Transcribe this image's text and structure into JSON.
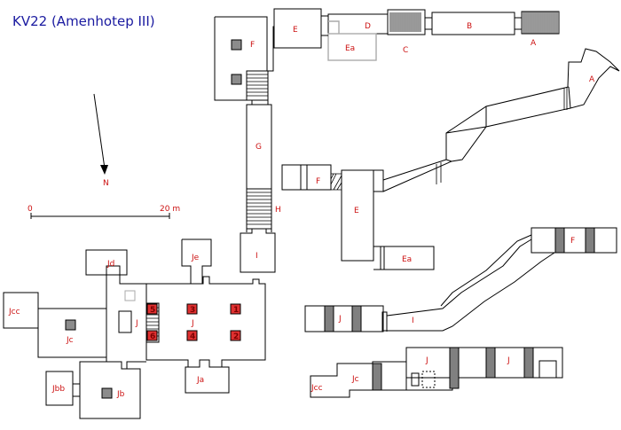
{
  "title": "KV22 (Amenhotep III)",
  "colors": {
    "title": "#1a1aa0",
    "label": "#cc1111",
    "wall": "#000000",
    "pillar_red": "#e03030",
    "pillar_gray": "#8c8c8c",
    "pillar_section": "#808080",
    "unfinished": "#aaaaaa",
    "background": "#ffffff"
  },
  "compass": {
    "label": "N",
    "icon": "north-arrow-icon"
  },
  "scale_bar": {
    "start_label": "0",
    "end_label": "20 m"
  },
  "plan_labels": {
    "A": "A",
    "B": "B",
    "C": "C",
    "D": "D",
    "E": "E",
    "Ea": "Ea",
    "F": "F",
    "G": "G",
    "H": "H",
    "I": "I",
    "J": "J",
    "Ja": "Ja",
    "Jb": "Jb",
    "Jbb": "Jbb",
    "Jc": "Jc",
    "Jcc": "Jcc",
    "Jd": "Jd",
    "Je": "Je"
  },
  "pillar_numbers": [
    "1",
    "2",
    "3",
    "4",
    "5",
    "6"
  ],
  "section_labels": {
    "A": "A",
    "E": "E",
    "Ea": "Ea",
    "F_upper": "F",
    "F_right": "F",
    "I": "I",
    "J_left": "J",
    "J_lower_a": "J",
    "J_lower_b": "J",
    "Jc": "Jc",
    "Jcc": "Jcc"
  }
}
